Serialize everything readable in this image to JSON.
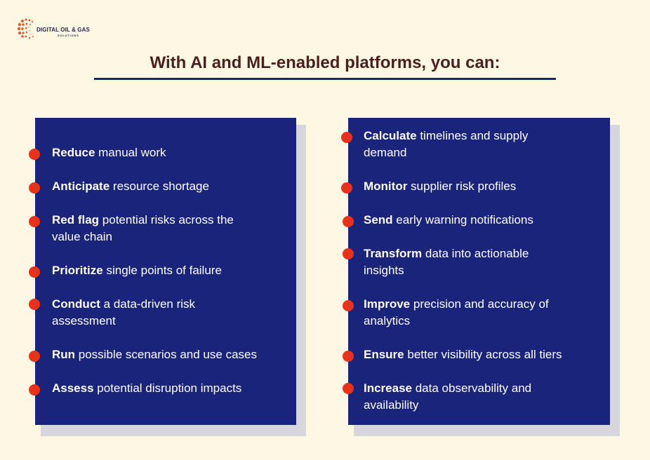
{
  "logo": {
    "name": "DIGITAL OIL & GAS",
    "sub": "SOLUTIONS"
  },
  "title": "With AI and ML-enabled platforms, you can:",
  "colors": {
    "background": "#fdf8e4",
    "panel": "#1a247a",
    "bullet": "#e8321b",
    "title": "#4a1f1f"
  },
  "left_items": [
    {
      "bold": "Reduce",
      "rest": " manual work"
    },
    {
      "bold": "Anticipate",
      "rest": " resource shortage"
    },
    {
      "bold": "Red flag",
      "rest": " potential risks across the value chain"
    },
    {
      "bold": "Prioritize",
      "rest": " single points of failure"
    },
    {
      "bold": "Conduct",
      "rest": " a data-driven risk assessment"
    },
    {
      "bold": "Run",
      "rest": " possible scenarios and use cases"
    },
    {
      "bold": "Assess",
      "rest": " potential disruption impacts"
    }
  ],
  "right_items": [
    {
      "bold": "Calculate",
      "rest": " timelines and supply demand"
    },
    {
      "bold": "Monitor",
      "rest": " supplier risk profiles"
    },
    {
      "bold": "Send",
      "rest": " early warning notifications"
    },
    {
      "bold": "Transform",
      "rest": " data into actionable insights"
    },
    {
      "bold": "Improve",
      "rest": " precision and accuracy of analytics"
    },
    {
      "bold": "Ensure",
      "rest": " better visibility across all tiers"
    },
    {
      "bold": "Increase",
      "rest": " data observability and availability"
    }
  ]
}
